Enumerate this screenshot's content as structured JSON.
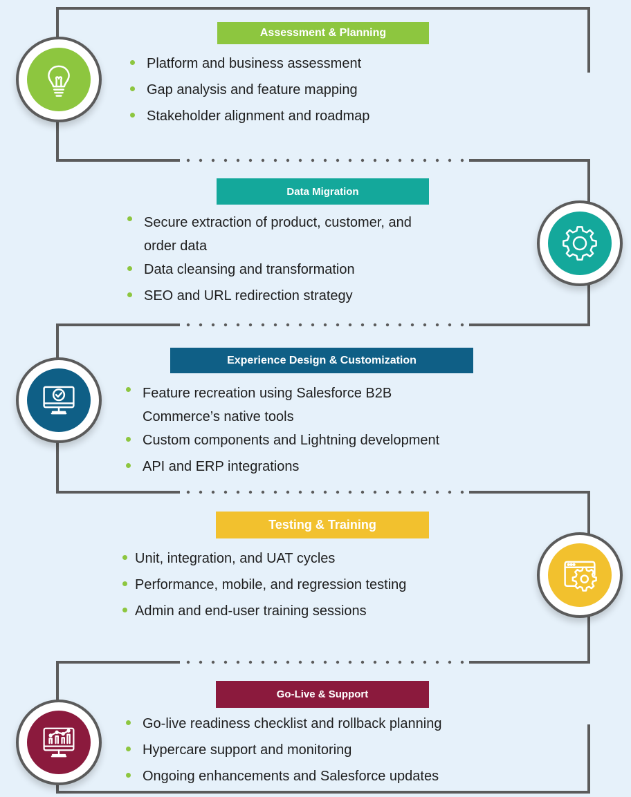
{
  "colors": {
    "background": "#e6f1fa",
    "connector": "#5b5b5b",
    "bullet": "#8dc63f"
  },
  "stages": [
    {
      "title": "Assessment & Planning",
      "color": "#8dc63f",
      "icon": "lightbulb-icon",
      "items": [
        "Platform and business assessment",
        "Gap analysis and feature mapping",
        "Stakeholder alignment and roadmap"
      ]
    },
    {
      "title": "Data Migration",
      "color": "#14a89b",
      "icon": "gear-icon",
      "items": [
        "Secure extraction of product, customer, and order data",
        "Data cleansing and transformation",
        "SEO and URL redirection strategy"
      ]
    },
    {
      "title": "Experience Design & Customization",
      "color": "#0f5f86",
      "icon": "monitor-check-icon",
      "items": [
        "Feature recreation using Salesforce B2B Commerce’s native tools",
        "Custom components and Lightning development",
        "API and ERP integrations"
      ]
    },
    {
      "title": "Testing & Training",
      "color": "#f2c12e",
      "icon": "browser-gear-icon",
      "items": [
        "Unit, integration, and UAT cycles",
        "Performance, mobile, and regression testing",
        "Admin and end-user training sessions"
      ]
    },
    {
      "title": "Go-Live & Support",
      "color": "#8b1a3d",
      "icon": "monitor-chart-icon",
      "items": [
        "Go-live readiness checklist and rollback planning",
        "Hypercare support and monitoring",
        "Ongoing enhancements and Salesforce updates"
      ]
    }
  ]
}
